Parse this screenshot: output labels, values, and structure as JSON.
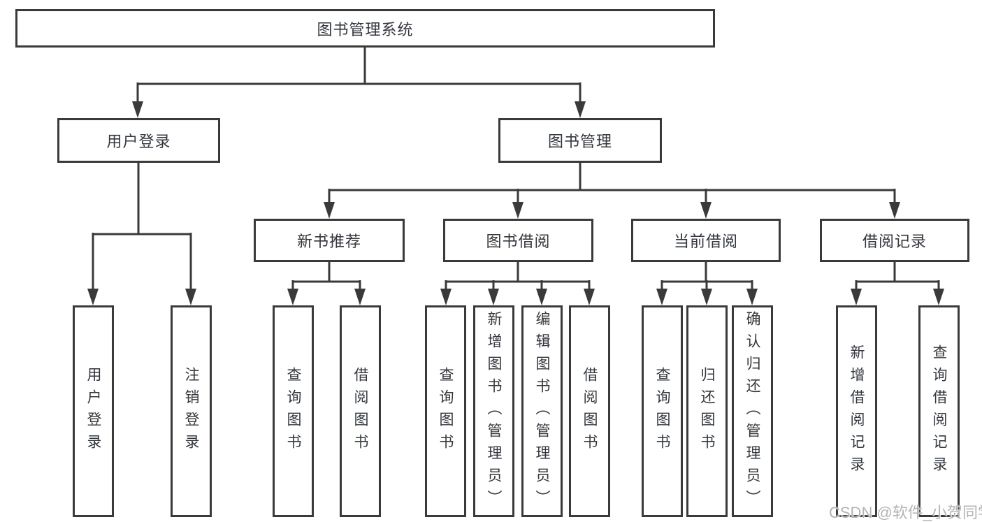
{
  "tree": {
    "label": "图书管理系统",
    "children": [
      {
        "label": "用户登录",
        "children": [
          {
            "label": "用户登录"
          },
          {
            "label": "注销登录"
          }
        ]
      },
      {
        "label": "图书管理",
        "children": [
          {
            "label": "新书推荐",
            "children": [
              {
                "label": "查询图书"
              },
              {
                "label": "借阅图书"
              }
            ]
          },
          {
            "label": "图书借阅",
            "children": [
              {
                "label": "查询图书"
              },
              {
                "label": "新增图书（管理员）"
              },
              {
                "label": "编辑图书（管理员）"
              },
              {
                "label": "借阅图书"
              }
            ]
          },
          {
            "label": "当前借阅",
            "children": [
              {
                "label": "查询图书"
              },
              {
                "label": "归还图书"
              },
              {
                "label": "确认归还（管理员）"
              }
            ]
          },
          {
            "label": "借阅记录",
            "children": [
              {
                "label": "新增借阅记录"
              },
              {
                "label": "查询借阅记录"
              }
            ]
          }
        ]
      }
    ]
  },
  "watermark": "CSDN @软件_小贺同学",
  "colors": {
    "line": "#3a3a3a",
    "box_border": "#3a3a3a",
    "text": "#33373d",
    "background": "#ffffff",
    "watermark": "#b4b4b4"
  }
}
